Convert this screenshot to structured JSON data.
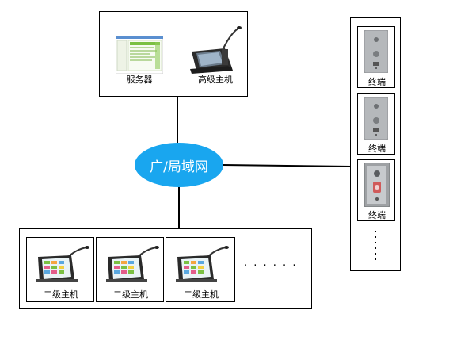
{
  "network_label": "广/局域网",
  "server": {
    "label": "服务器"
  },
  "main_host": {
    "label": "高级主机"
  },
  "terminals": [
    {
      "label": "终端"
    },
    {
      "label": "终端"
    },
    {
      "label": "终端"
    }
  ],
  "secondary_hosts": [
    {
      "label": "二级主机"
    },
    {
      "label": "二级主机"
    },
    {
      "label": "二级主机"
    }
  ],
  "more_hosts": "· · · · · ·",
  "colors": {
    "network": "#19a6ef",
    "terminal_panel": "#b5b8bb",
    "tablet_screen": "#e9f3f6"
  }
}
